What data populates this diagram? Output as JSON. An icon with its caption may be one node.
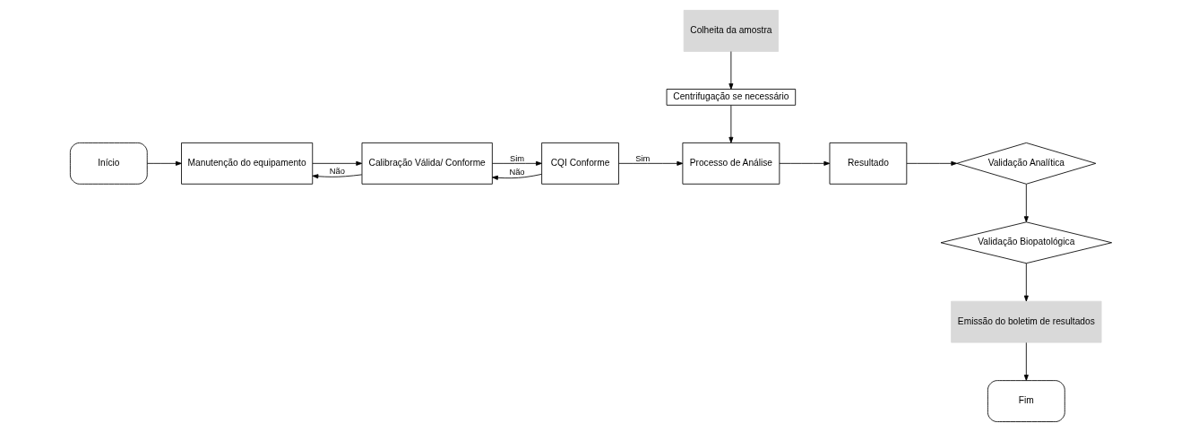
{
  "diagram": {
    "nodes": [
      {
        "text": [
          "Início"
        ]
      },
      {
        "text": [
          "Manutenção do equipamento"
        ]
      },
      {
        "text": [
          "Calibração Válida/ Conforme"
        ]
      },
      {
        "text": [
          "CQI Conforme"
        ]
      },
      {
        "text": [
          "Colheita da amostra"
        ]
      },
      {
        "text": [
          "Centrifugação se necessário"
        ]
      },
      {
        "text": [
          "Processo de Análise"
        ]
      },
      {
        "text": [
          "Resultado"
        ]
      },
      {
        "text": [
          "Validação Analítica"
        ]
      },
      {
        "text": [
          "Validação Biopatológica"
        ]
      },
      {
        "text": [
          "Emissão do boletim de resultados"
        ]
      },
      {
        "text": [
          "Fim"
        ]
      }
    ],
    "edges": [
      {
        "from": 0,
        "to": 1,
        "arrow": "to"
      },
      {
        "from": 1,
        "to": 2,
        "arrow": "to"
      },
      {
        "from": 2,
        "to": 1,
        "arrow": "to",
        "label": "Não"
      },
      {
        "from": 2,
        "to": 3,
        "arrow": "to",
        "label": "Sim"
      },
      {
        "from": 3,
        "to": 2,
        "arrow": "to",
        "label": "Não"
      },
      {
        "from": 3,
        "to": 6,
        "arrow": "to",
        "label": "Sim"
      },
      {
        "from": 4,
        "to": 5,
        "arrow": "to"
      },
      {
        "from": 5,
        "to": 6,
        "arrow": "to"
      },
      {
        "from": 6,
        "to": 7,
        "arrow": "to"
      },
      {
        "from": 7,
        "to": 8,
        "arrow": "to"
      },
      {
        "from": 8,
        "to": 9,
        "arrow": "to"
      },
      {
        "from": 9,
        "to": 10,
        "arrow": "to"
      },
      {
        "from": 10,
        "to": 11,
        "arrow": "to"
      }
    ]
  }
}
